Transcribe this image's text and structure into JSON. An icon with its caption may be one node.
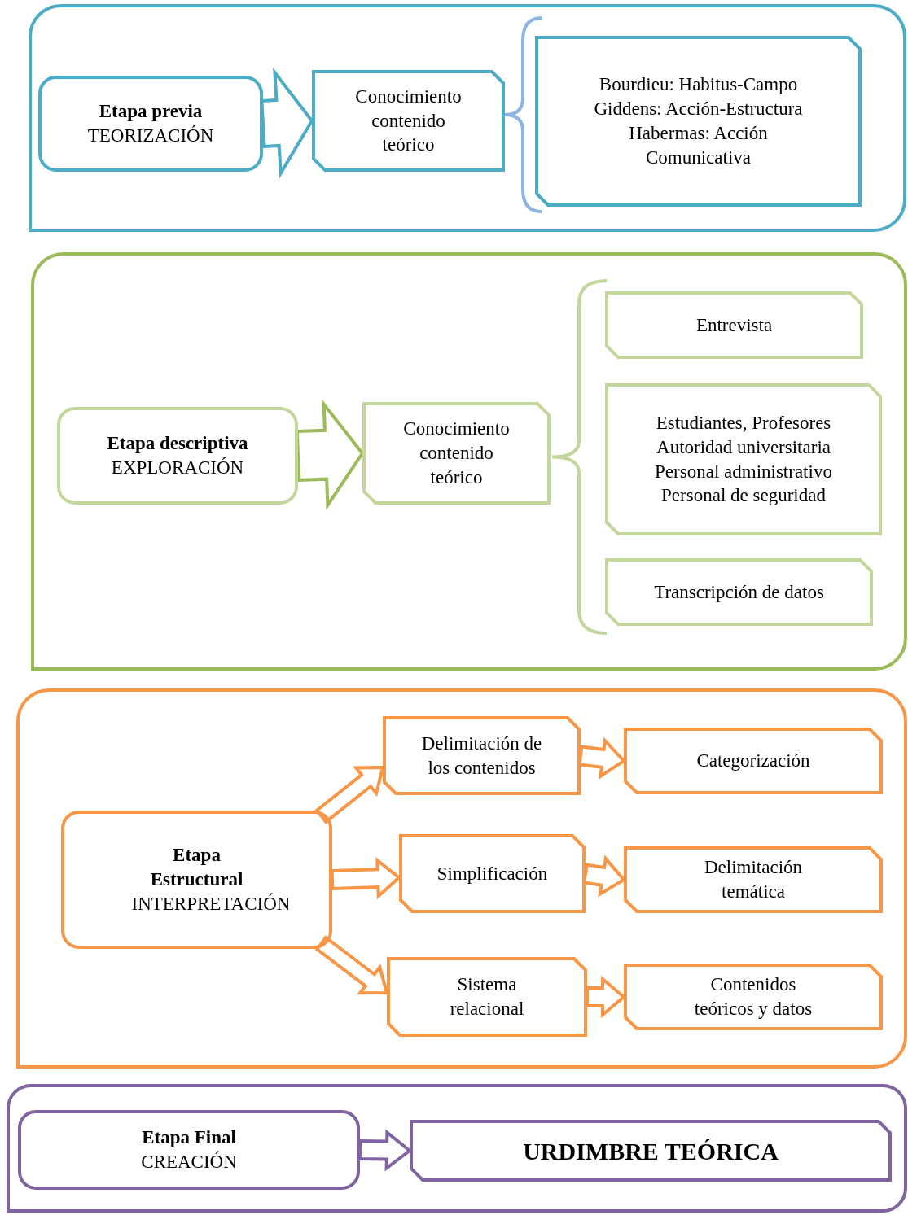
{
  "diagram": {
    "nodes": [
      {
        "text": [],
        "shape": "box"
      },
      {
        "text": [
          "Etapa previa",
          "TEORIZACIÓN"
        ],
        "in": 0
      },
      {
        "text": [
          "Conocimiento contenido teórico"
        ],
        "in": 0
      },
      {
        "text": [
          "Bourdieu: Habitus-Campo",
          "Giddens: Acción-Estructura",
          "Habermas: Acción Comunicativa"
        ],
        "in": 0
      },
      {
        "text": [],
        "shape": "box"
      },
      {
        "text": [
          "Etapa descriptiva",
          "EXPLORACIÓN"
        ],
        "in": 4
      },
      {
        "text": [
          "Conocimiento contenido teórico"
        ],
        "in": 4
      },
      {
        "text": [
          "Entrevista"
        ],
        "in": 4
      },
      {
        "text": [
          "Estudiantes, Profesores",
          "Autoridad  universitaria",
          "Personal administrativo",
          "Personal de seguridad"
        ],
        "in": 4
      },
      {
        "text": [
          "Transcripción de datos"
        ],
        "in": 4
      },
      {
        "text": [],
        "shape": "box"
      },
      {
        "text": [
          "Etapa Estructural",
          "INTERPRETACIÓN"
        ],
        "in": 10
      },
      {
        "text": [
          "Delimitación de los contenidos"
        ],
        "in": 10
      },
      {
        "text": [
          "Categorización"
        ],
        "in": 10
      },
      {
        "text": [
          "Simplificación"
        ],
        "in": 10
      },
      {
        "text": [
          "Delimitación temática"
        ],
        "in": 10
      },
      {
        "text": [
          "Sistema relacional"
        ],
        "in": 10
      },
      {
        "text": [
          "Contenidos teóricos y datos"
        ],
        "in": 10
      },
      {
        "text": [],
        "shape": "box"
      },
      {
        "text": [
          "Etapa Final",
          "CREACIÓN"
        ],
        "in": 18
      },
      {
        "text": [
          "URDIMBRE TEÓRICA"
        ],
        "in": 18
      }
    ],
    "edges": [
      {
        "from": 1,
        "to": 2,
        "arrow": "to",
        "color": "#4bacc6"
      },
      {
        "from": 5,
        "to": 6,
        "arrow": "to",
        "color": "#9bbb59"
      },
      {
        "from": 11,
        "to": 12,
        "arrow": "to"
      },
      {
        "from": 11,
        "to": 14,
        "arrow": "to"
      },
      {
        "from": 11,
        "to": 16,
        "arrow": "to"
      },
      {
        "from": 12,
        "to": 13,
        "arrow": "to"
      },
      {
        "from": 14,
        "to": 15,
        "arrow": "to"
      },
      {
        "from": 16,
        "to": 17,
        "arrow": "to"
      },
      {
        "from": 19,
        "to": 20,
        "arrow": "to",
        "color": "#8064a2"
      }
    ]
  }
}
